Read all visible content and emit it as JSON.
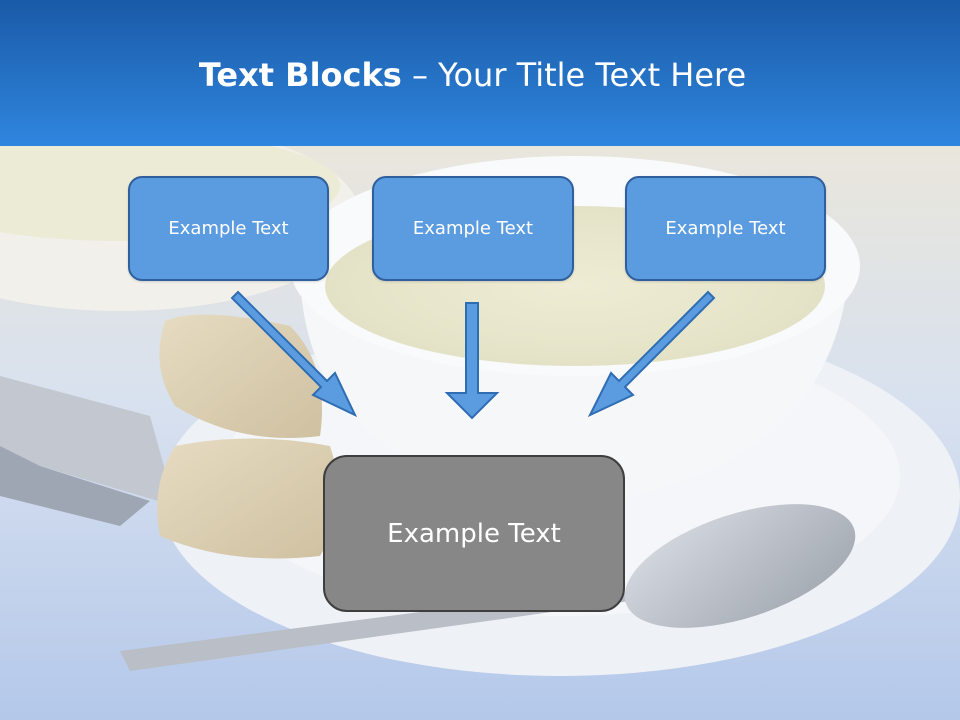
{
  "slide": {
    "title_bold": "Text Blocks",
    "title_sep": " – ",
    "title_rest": "Your Title Text Here"
  },
  "blocks": [
    {
      "label": "Example Text"
    },
    {
      "label": "Example Text"
    },
    {
      "label": "Example Text"
    }
  ],
  "center_block": {
    "label": "Example Text"
  },
  "colors": {
    "header_top": "#1a5aa8",
    "header_bottom": "#2f86de",
    "block_fill": "#5b9be0",
    "block_border": "#2f5f9c",
    "center_fill": "#878787",
    "arrow_fill": "#5b9be0"
  }
}
